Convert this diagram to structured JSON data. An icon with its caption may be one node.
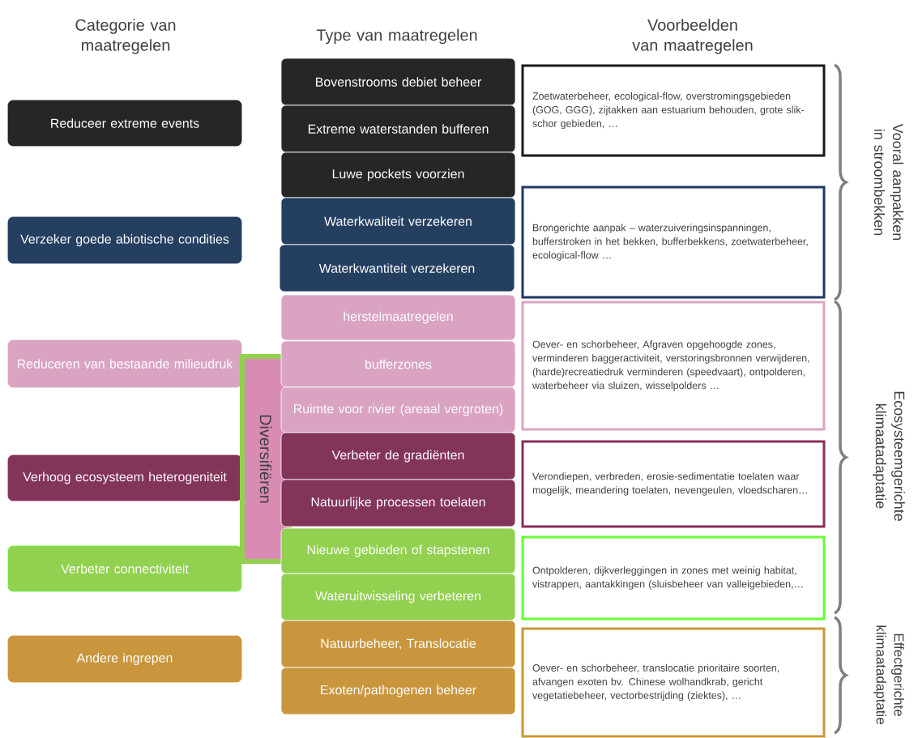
{
  "diagram": {
    "nodes": [
      {
        "text": [
          "Reduceer extreme events"
        ]
      },
      {
        "text": [
          "Verzeker goede abiotische condities"
        ]
      },
      {
        "text": [
          "Reduceren van bestaande milieudruk"
        ]
      },
      {
        "text": [
          "Verhoog ecosysteem heterogeniteit"
        ]
      },
      {
        "text": [
          "Verbeter connectiviteit"
        ]
      },
      {
        "text": [
          "Andere ingrepen"
        ]
      },
      {
        "text": [
          "Diversifiëren"
        ]
      },
      {
        "text": [
          "Bovenstrooms debiet beheer"
        ]
      },
      {
        "text": [
          "Extreme waterstanden bufferen"
        ]
      },
      {
        "text": [
          "Luwe pockets voorzien"
        ]
      },
      {
        "text": [
          "Waterkwaliteit verzekeren"
        ]
      },
      {
        "text": [
          "Waterkwantiteit verzekeren"
        ]
      },
      {
        "text": [
          "herstelmaatregelen"
        ]
      },
      {
        "text": [
          "bufferzones"
        ]
      },
      {
        "text": [
          "Ruimte voor rivier (areaal vergroten)"
        ]
      },
      {
        "text": [
          "Verbeter de gradiënten"
        ]
      },
      {
        "text": [
          "Natuurlijke processen toelaten"
        ]
      },
      {
        "text": [
          "Nieuwe gebieden of stapstenen"
        ]
      },
      {
        "text": [
          "Wateruitwisseling verbeteren"
        ]
      },
      {
        "text": [
          "Natuurbeheer, Translocatie"
        ]
      },
      {
        "text": [
          "Exoten/pathogenen beheer"
        ]
      },
      {
        "text": [
          "Zoetwaterbeheer, ecological-flow, overstromingsgebieden (GOG, GGG), zijtakken aan estuarium behouden, grote slik-schor gebieden, …"
        ]
      },
      {
        "text": [
          "Brongerichte aanpak – waterzuiveringsinspanningen, bufferstroken in het bekken, bufferbekkens, zoetwaterbeheer, ecological-flow …"
        ]
      },
      {
        "text": [
          "Oever- en schorbeheer, Afgraven opgehoogde zones, verminderen baggeractiviteit, verstoringsbronnen verwijderen, (harde)recreatiedruk verminderen (speedvaart), ontpolderen, waterbeheer via sluizen, wisselpolders …"
        ]
      },
      {
        "text": [
          "Verondiepen, verbreden, erosie-sedimentatie toelaten waar mogelijk, meandering toelaten, nevengeulen, vloedscharen…"
        ]
      },
      {
        "text": [
          "Ontpolderen, dijkverleggingen in zones met weinig habitat, vistrappen, aantakkingen (sluisbeheer van valleigebieden,…"
        ]
      },
      {
        "text": [
          "Oever- en schorbeheer, translocatie prioritaire soorten, afvangen exoten bv. Chinese wolhandkrab, gericht vegetatiebeheer, vectorbestrijding (ziektes), …"
        ]
      }
    ],
    "labels": [
      "Categorie van maatregelen",
      "Type van maatregelen",
      "Voorbeelden van maatregelen",
      "Vooral aanpakken in stroombekken",
      "Ecosysteemgerichte klimaatadaptatie",
      "Effectgerichte klimaatadaptatie"
    ]
  }
}
